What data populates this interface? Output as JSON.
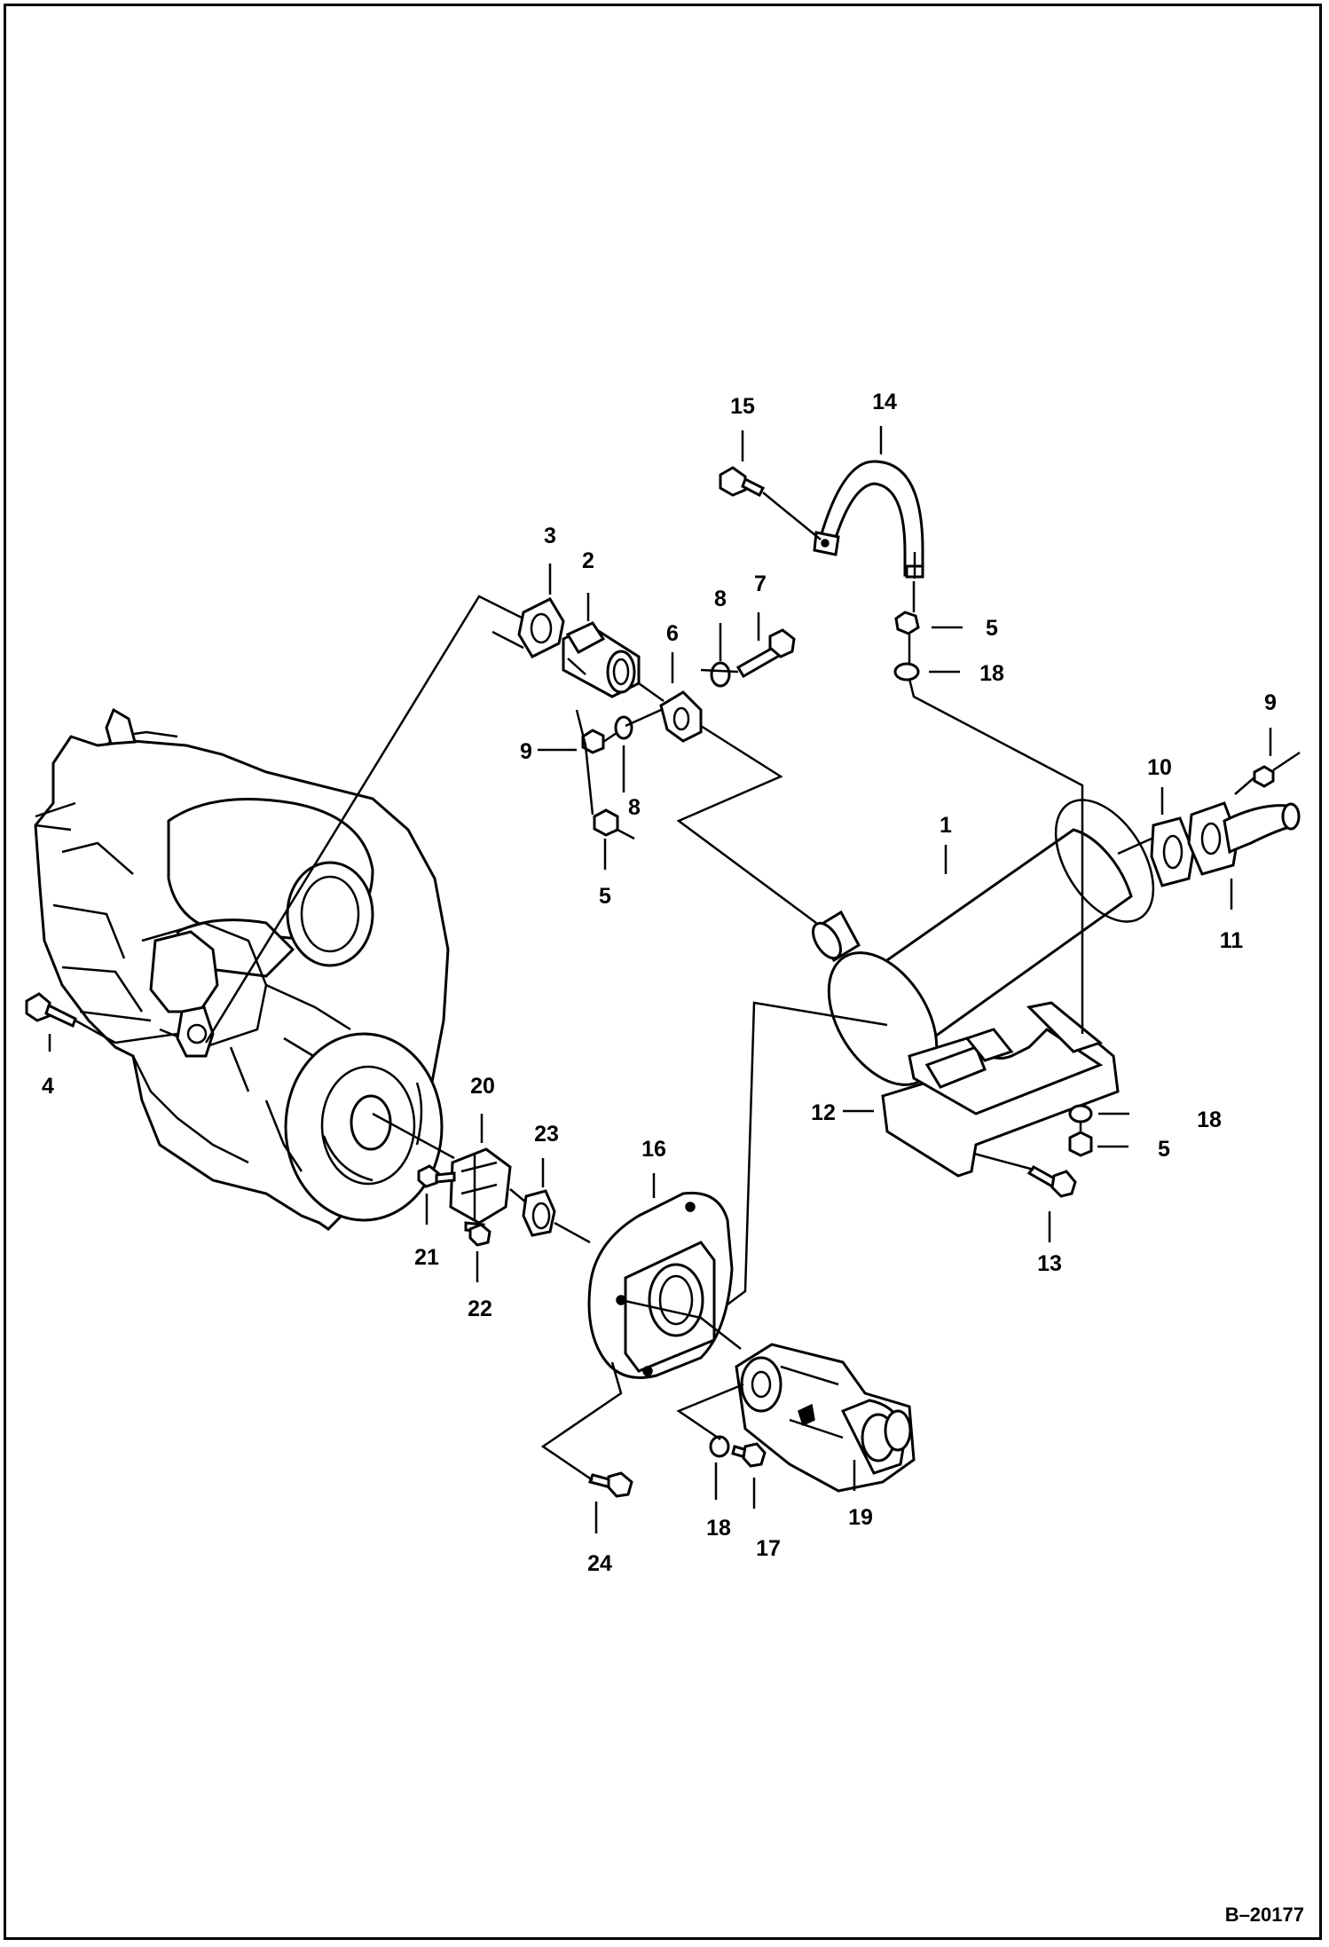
{
  "drawing": {
    "reference": "B–20177",
    "border_color": "#000000",
    "background": "#ffffff"
  },
  "callouts": {
    "c1": "1",
    "c2": "2",
    "c3": "3",
    "c4": "4",
    "c5a": "5",
    "c5b": "5",
    "c5c": "5",
    "c6": "6",
    "c7": "7",
    "c8a": "8",
    "c8b": "8",
    "c9a": "9",
    "c9b": "9",
    "c10": "10",
    "c11": "11",
    "c12": "12",
    "c13": "13",
    "c14": "14",
    "c15": "15",
    "c16": "16",
    "c17": "17",
    "c18a": "18",
    "c18b": "18",
    "c18c": "18",
    "c19": "19",
    "c20": "20",
    "c21": "21",
    "c22": "22",
    "c23": "23",
    "c24": "24"
  }
}
